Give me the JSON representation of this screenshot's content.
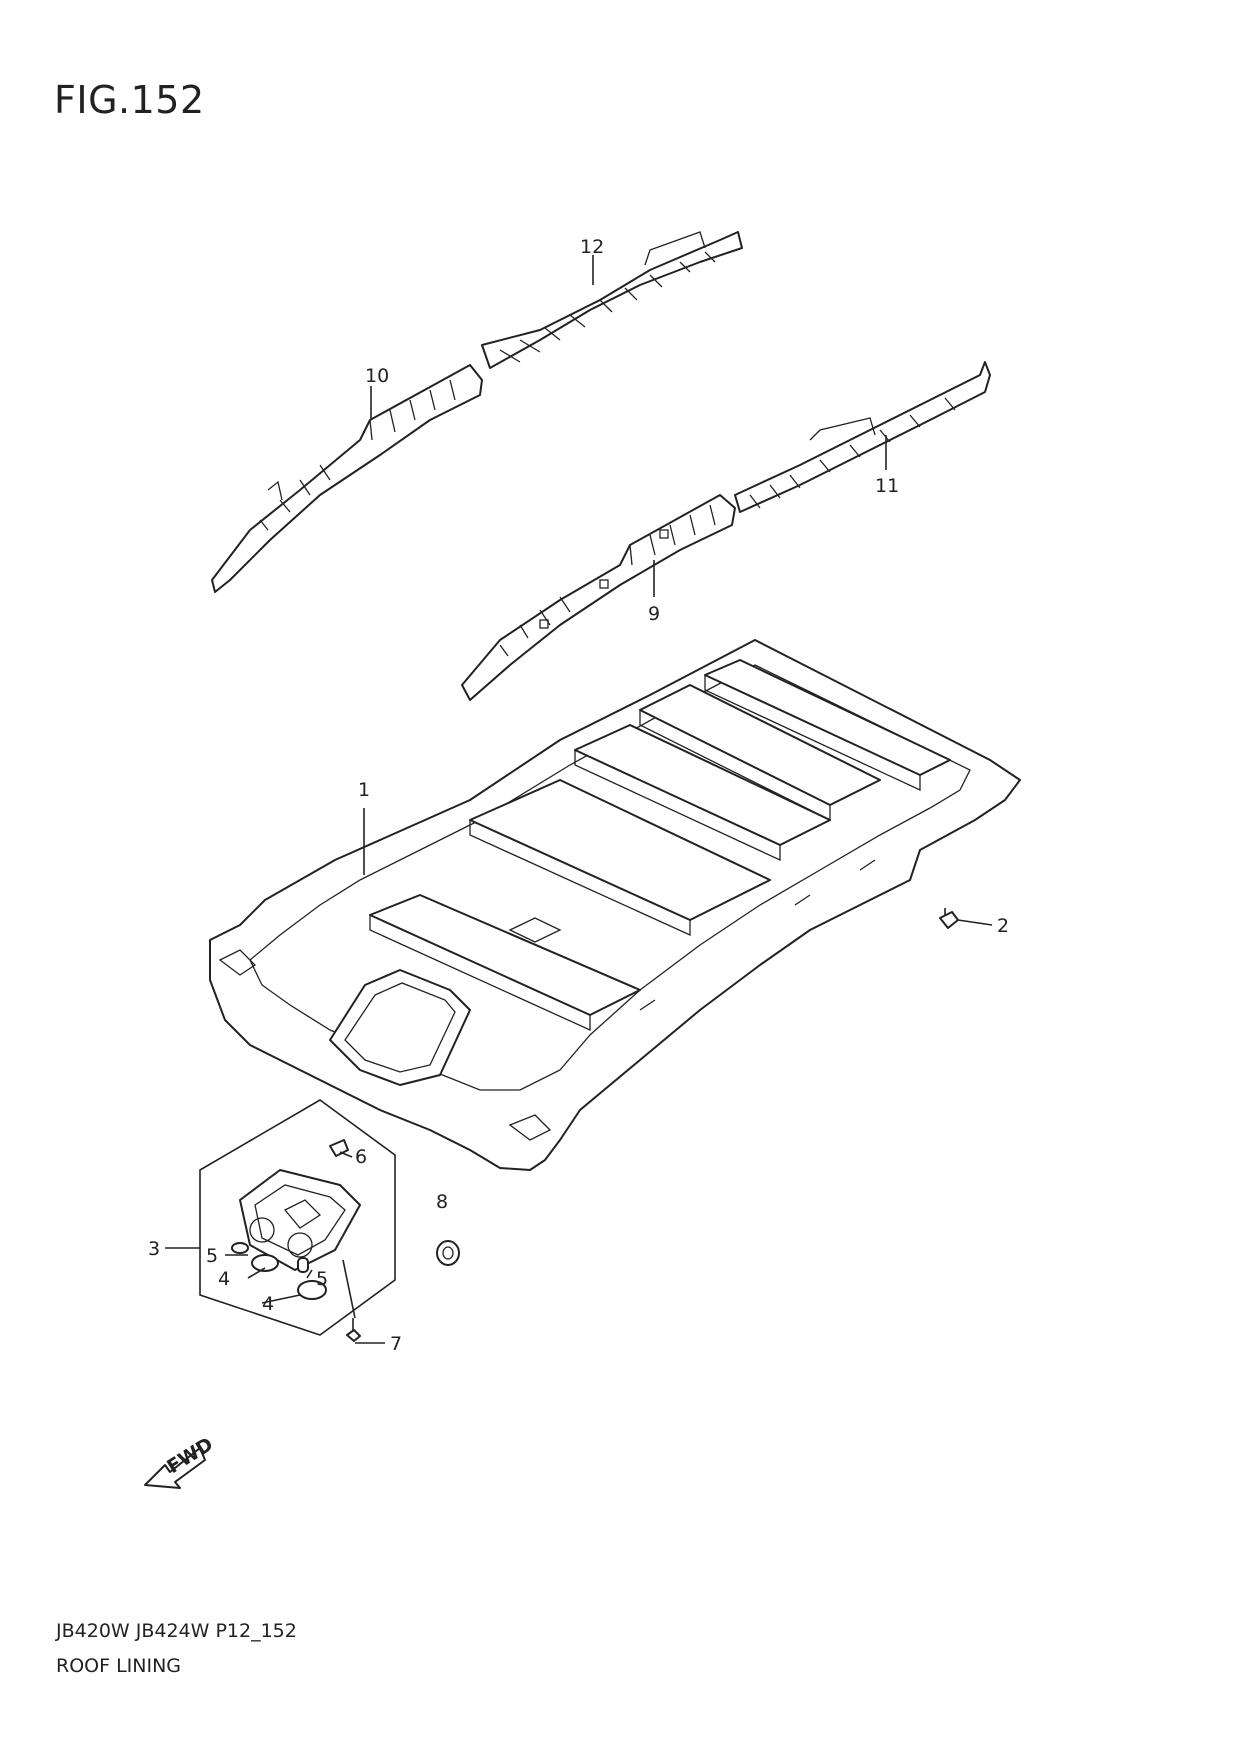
{
  "figure": {
    "title": "FIG.152",
    "model_code": "JB420W JB424W P12_152",
    "section_name": "ROOF LINING",
    "fwd_label": "FWD"
  },
  "callouts": [
    {
      "id": "c1",
      "label": "1"
    },
    {
      "id": "c2",
      "label": "2"
    },
    {
      "id": "c3",
      "label": "3"
    },
    {
      "id": "c4a",
      "label": "4"
    },
    {
      "id": "c4b",
      "label": "4"
    },
    {
      "id": "c5a",
      "label": "5"
    },
    {
      "id": "c5b",
      "label": "5"
    },
    {
      "id": "c6",
      "label": "6"
    },
    {
      "id": "c7",
      "label": "7"
    },
    {
      "id": "c8",
      "label": "8"
    },
    {
      "id": "c9",
      "label": "9"
    },
    {
      "id": "c10",
      "label": "10"
    },
    {
      "id": "c11",
      "label": "11"
    },
    {
      "id": "c12",
      "label": "12"
    }
  ]
}
